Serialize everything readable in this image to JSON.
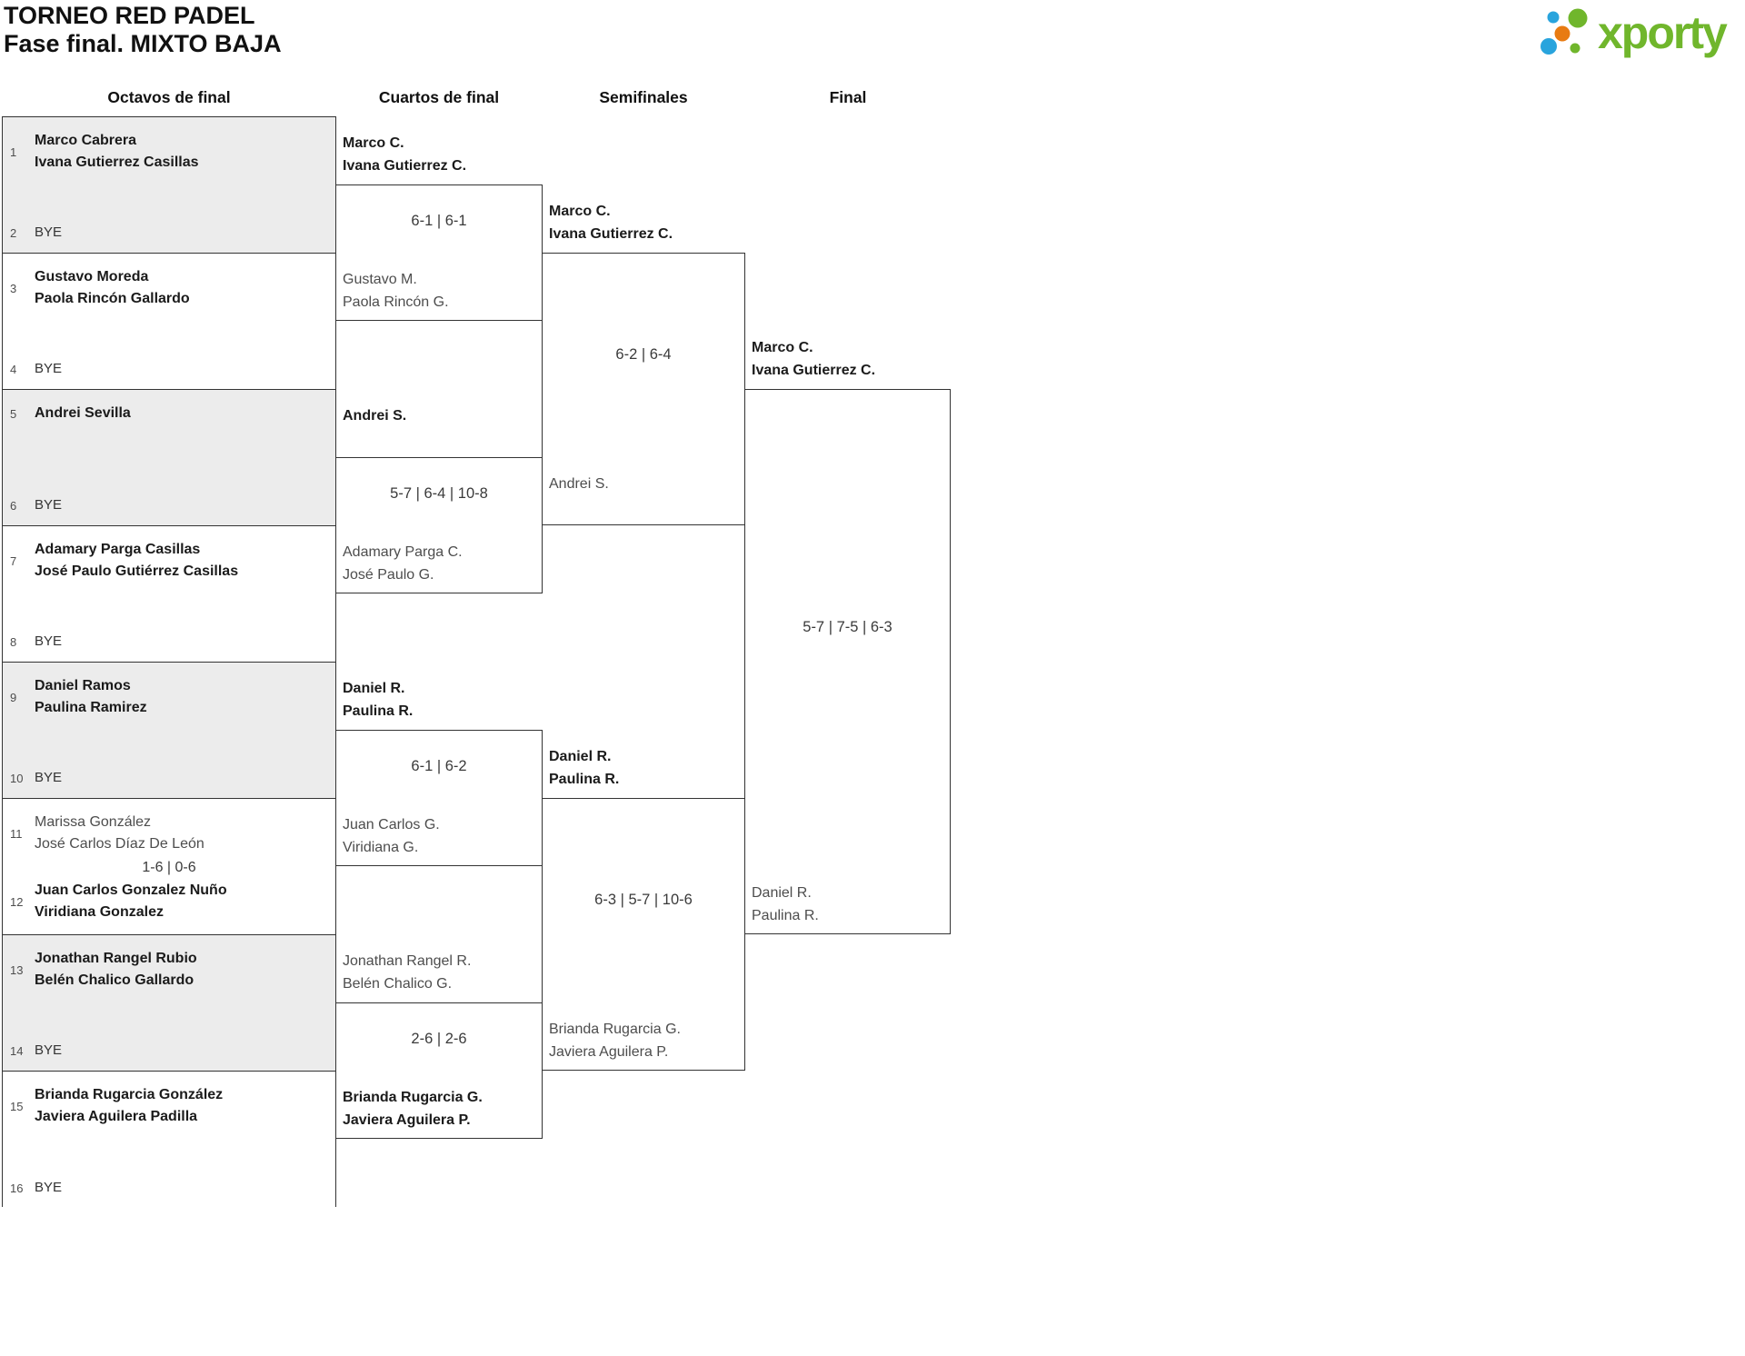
{
  "header": {
    "title_line1": "TORNEO RED PADEL",
    "title_line2": "Fase final. MIXTO BAJA",
    "logo_text": "xporty"
  },
  "rounds": [
    "Octavos de final",
    "Cuartos de final",
    "Semifinales",
    "Final"
  ],
  "colors": {
    "logo_green": "#70b62c",
    "logo_blue": "#29a4dd",
    "logo_orange": "#e87b12",
    "box_gray": "#ececec",
    "line": "#333333"
  },
  "octavos": [
    {
      "top": {
        "seed": "1",
        "lines": [
          "Marco Cabrera",
          "Ivana Gutierrez Casillas"
        ]
      },
      "bottom": {
        "seed": "2",
        "lines": [
          "BYE"
        ]
      },
      "score": ""
    },
    {
      "top": {
        "seed": "3",
        "lines": [
          "Gustavo Moreda",
          "Paola Rincón Gallardo"
        ]
      },
      "bottom": {
        "seed": "4",
        "lines": [
          "BYE"
        ]
      },
      "score": ""
    },
    {
      "top": {
        "seed": "5",
        "lines": [
          "Andrei Sevilla"
        ]
      },
      "bottom": {
        "seed": "6",
        "lines": [
          "BYE"
        ]
      },
      "score": ""
    },
    {
      "top": {
        "seed": "7",
        "lines": [
          "Adamary Parga Casillas",
          "José Paulo Gutiérrez Casillas"
        ]
      },
      "bottom": {
        "seed": "8",
        "lines": [
          "BYE"
        ]
      },
      "score": ""
    },
    {
      "top": {
        "seed": "9",
        "lines": [
          "Daniel Ramos",
          "Paulina Ramirez"
        ]
      },
      "bottom": {
        "seed": "10",
        "lines": [
          "BYE"
        ]
      },
      "score": ""
    },
    {
      "top": {
        "seed": "11",
        "lines": [
          "Marissa González",
          "José Carlos Díaz De León"
        ]
      },
      "bottom": {
        "seed": "12",
        "lines": [
          "Juan Carlos Gonzalez Nuño",
          "Viridiana Gonzalez"
        ]
      },
      "score": "1-6 | 0-6"
    },
    {
      "top": {
        "seed": "13",
        "lines": [
          "Jonathan Rangel Rubio",
          "Belén Chalico Gallardo"
        ]
      },
      "bottom": {
        "seed": "14",
        "lines": [
          "BYE"
        ]
      },
      "score": ""
    },
    {
      "top": {
        "seed": "15",
        "lines": [
          "Brianda Rugarcia González",
          "Javiera Aguilera Padilla"
        ]
      },
      "bottom": {
        "seed": "16",
        "lines": [
          "BYE"
        ]
      },
      "score": ""
    }
  ],
  "cuartos": [
    {
      "top": {
        "lines": [
          "Marco C.",
          "Ivana Gutierrez C."
        ]
      },
      "bottom": {
        "lines": [
          "Gustavo M.",
          "Paola Rincón G."
        ]
      },
      "score": "6-1 | 6-1"
    },
    {
      "top": {
        "lines": [
          "Andrei S."
        ]
      },
      "bottom": {
        "lines": [
          "Adamary Parga C.",
          "José Paulo G."
        ]
      },
      "score": "5-7 | 6-4 | 10-8"
    },
    {
      "top": {
        "lines": [
          "Daniel R.",
          "Paulina R."
        ]
      },
      "bottom": {
        "lines": [
          "Juan Carlos G.",
          "Viridiana G."
        ]
      },
      "score": "6-1 | 6-2"
    },
    {
      "top": {
        "lines": [
          "Jonathan Rangel R.",
          "Belén Chalico G."
        ]
      },
      "bottom": {
        "lines": [
          "Brianda Rugarcia G.",
          "Javiera Aguilera P."
        ]
      },
      "score": "2-6 | 2-6"
    }
  ],
  "semifinales": [
    {
      "top": {
        "lines": [
          "Marco C.",
          "Ivana Gutierrez C."
        ]
      },
      "bottom": {
        "lines": [
          "Andrei S."
        ]
      },
      "score": "6-2 | 6-4"
    },
    {
      "top": {
        "lines": [
          "Daniel R.",
          "Paulina R."
        ]
      },
      "bottom": {
        "lines": [
          "Brianda Rugarcia G.",
          "Javiera Aguilera P."
        ]
      },
      "score": "6-3 | 5-7 | 10-6"
    }
  ],
  "final": [
    {
      "top": {
        "lines": [
          "Marco C.",
          "Ivana Gutierrez C."
        ]
      },
      "bottom": {
        "lines": [
          "Daniel R.",
          "Paulina R."
        ]
      },
      "score": "5-7 | 7-5 | 6-3"
    }
  ]
}
